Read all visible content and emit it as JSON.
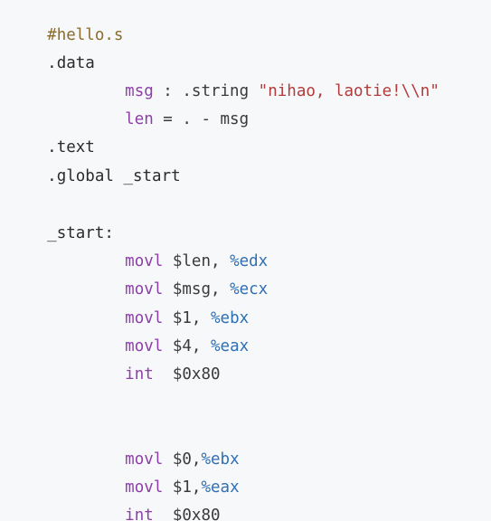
{
  "code": {
    "line_comment": "#hello.s",
    "line_data": ".data",
    "msg_name": "msg",
    "msg_sep": " : ",
    "msg_kw": ".string",
    "msg_string": " \"nihao, laotie!\\\\n\"",
    "len_kw": "len",
    "len_rest": " = . - msg",
    "line_text": ".text",
    "line_global": ".global _start",
    "line_label": "_start:",
    "i1_op": "movl",
    "i1_src": " $len, ",
    "i1_reg": "%edx",
    "i2_op": "movl",
    "i2_src": " $msg, ",
    "i2_reg": "%ecx",
    "i3_op": "movl",
    "i3_src": " $1, ",
    "i3_reg": "%ebx",
    "i4_op": "movl",
    "i4_src": " $4, ",
    "i4_reg": "%eax",
    "i5_op": "int",
    "i5_src": "  $0x80",
    "i6_op": "movl",
    "i6_src": " $0,",
    "i6_reg": "%ebx",
    "i7_op": "movl",
    "i7_src": " $1,",
    "i7_reg": "%eax",
    "i8_op": "int",
    "i8_src": "  $0x80"
  }
}
